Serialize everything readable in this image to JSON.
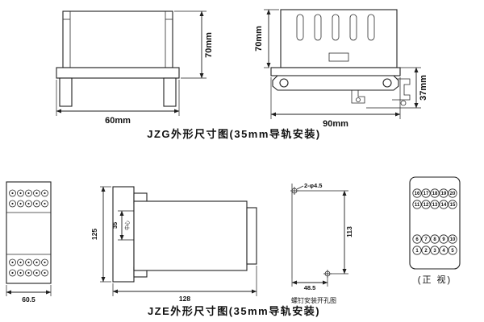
{
  "jzg": {
    "caption": "JZG外形尺寸图(35mm导轨安装)",
    "front": {
      "height": "70mm",
      "width": "60mm"
    },
    "side": {
      "height": "70mm",
      "width": "90mm",
      "rail_height": "37mm"
    }
  },
  "jze": {
    "caption": "JZE外形尺寸图(35mm导轨安装)",
    "rear": {
      "width": "60.5"
    },
    "side": {
      "height": "125",
      "inner": "35",
      "center": "中心",
      "width": "128"
    },
    "drill": {
      "holes": "2-φ4.5",
      "height": "113",
      "width": "48.5",
      "caption": "螺钉安装开孔图"
    },
    "terminals": {
      "caption": "(正 视)",
      "rows": [
        [
          "16",
          "17",
          "18",
          "19",
          "20"
        ],
        [
          "11",
          "12",
          "13",
          "14",
          "15"
        ],
        [
          "6",
          "7",
          "8",
          "9",
          "10"
        ],
        [
          "1",
          "2",
          "3",
          "4",
          "5"
        ]
      ]
    }
  }
}
